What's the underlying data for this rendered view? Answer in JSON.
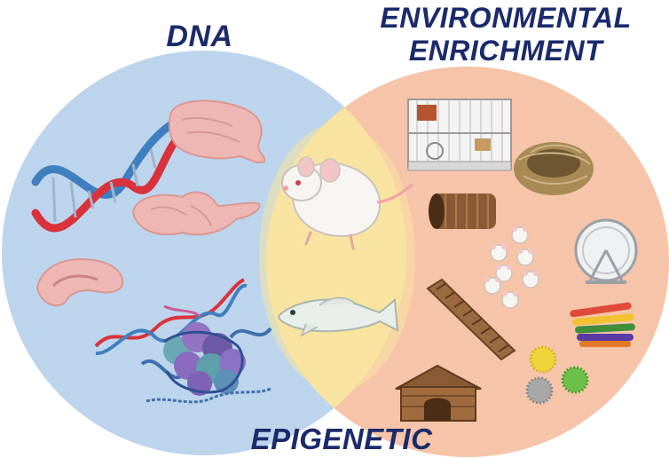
{
  "labels": {
    "dna": "DNA",
    "environmental_line1": "ENVIRONMENTAL",
    "environmental_line2": "ENRICHMENT",
    "epigenetic": "EPIGENETIC"
  },
  "colors": {
    "label_text": "#1b2a6b",
    "dna_circle": "#bdd5ec",
    "environment_circle": "#f6c4a9",
    "overlap": "#f8e4a1",
    "helix_red": "#d9323c",
    "helix_blue": "#3f7fc0",
    "brain": "#eeb7b3",
    "wood": "#8a5a34"
  },
  "icons": [
    "dna-double-helix-icon",
    "brain-top-view-icon",
    "brain-side-view-icon",
    "hippocampus-slice-icon",
    "dna-strand-icon",
    "chromatin-nucleosome-icon",
    "white-mouse-icon",
    "fish-icon",
    "hamster-cage-icon",
    "nest-icon",
    "wooden-tunnel-icon",
    "mice-group-icon",
    "running-wheel-icon",
    "wooden-ladder-icon",
    "chew-sticks-icon",
    "wooden-house-icon",
    "spiky-balls-icon"
  ]
}
